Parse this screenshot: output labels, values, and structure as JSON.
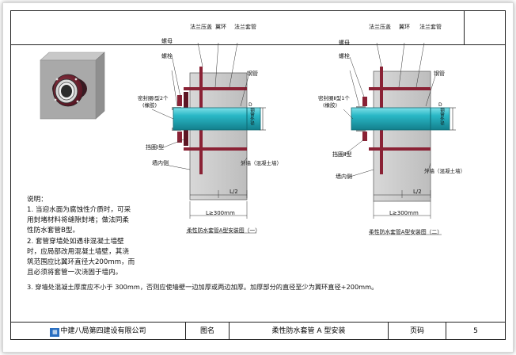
{
  "labels": {
    "flange_cover": "法兰压盖",
    "wing_ring": "翼环",
    "flange_sleeve": "法兰套管",
    "nut": "螺母",
    "bolt": "螺栓",
    "steel_pipe": "钢管",
    "seal_ring_1_2": "密封圈Ⅰ型2个",
    "seal_ring_1_2_sub": "(橡胶)",
    "seal_ring_2_1": "密封圈Ⅱ型1个",
    "seal_ring_2_1_sub": "(橡胶)",
    "retainer_1": "挡圈Ⅰ型",
    "retainer_2": "挡圈Ⅱ型",
    "wall_inside": "墙内侧",
    "wall_outside": "外墙（混凝土墙）",
    "L2": "L/2",
    "L_min": "L≥300mm",
    "D_label": "D",
    "D_label_sub": "钢管外径"
  },
  "captions": {
    "fig1": "柔性防水套管A型安装图（一）",
    "fig2": "柔性防水套管A型安装图（二）"
  },
  "notes": {
    "heading": "说明：",
    "n1_l1": "1. 当迎水面为腐蚀性介质时，可采",
    "n1_l2": "用封堵材料将缝隙封堵；做法同柔",
    "n1_l3": "性防水套管B型。",
    "n2_l1": "2. 套管穿墙处如遇非混凝土墙壁",
    "n2_l2": "时，应局部改用混凝土墙壁，其浇",
    "n2_l3": "筑范围应比翼环直径大200mm，而",
    "n2_l4": "且必须将套管一次浇固于墙内。",
    "n3": "3. 穿墙处混凝土厚度应不小于 300mm，否则应使墙壁一边加厚或两边加厚。加厚部分的直径至少为翼环直径+200mm。"
  },
  "title_block": {
    "company": "中建八局第四建设有限公司",
    "drawing_name_label": "图名",
    "drawing_name": "柔性防水套管 A 型安装",
    "page_label": "页码",
    "page_number": "5"
  },
  "colors": {
    "pipe": "#1fa7b7",
    "pipe_light": "#7fe0e8",
    "flange": "#8a2235",
    "concrete": "#c9c9c9",
    "logo": "#2a6fc1"
  }
}
